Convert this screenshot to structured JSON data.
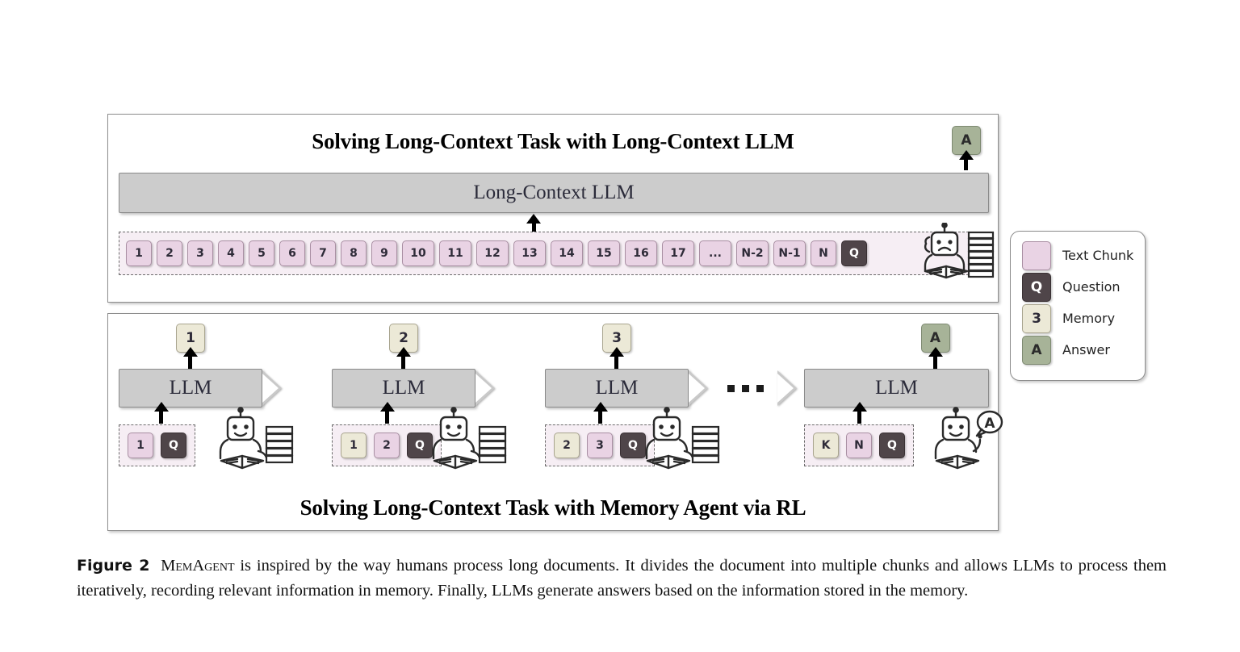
{
  "figure": {
    "label": "Figure 2",
    "system_name": "MemAgent",
    "caption_rest": " is inspired by the way humans process long documents. It divides the document into multiple chunks and allows LLMs to process them iteratively, recording relevant information in memory. Finally, LLMs generate answers based on the information stored in the memory."
  },
  "colors": {
    "chunk": "#e9d3e4",
    "memory": "#ece9d7",
    "question": "#4f4549",
    "answer": "#a7b398",
    "llm_box": "#cccccc",
    "panel_border": "#8d8d8d",
    "strip_background": "#f6eef4"
  },
  "top_panel": {
    "title": "Solving Long-Context Task with Long-Context LLM",
    "llm_label": "Long-Context LLM",
    "answer_token": "A",
    "chunks": [
      "1",
      "2",
      "3",
      "4",
      "5",
      "6",
      "7",
      "8",
      "9",
      "10",
      "11",
      "12",
      "13",
      "14",
      "15",
      "16",
      "17",
      "...",
      "N-2",
      "N-1",
      "N"
    ],
    "question_token": "Q",
    "robot_icon": "sad-robot-reading-with-book-stack"
  },
  "bottom_panel": {
    "title": "Solving Long-Context Task with Memory Agent via RL",
    "ellipsis": "...",
    "steps": [
      {
        "llm_label": "LLM",
        "output_token": "1",
        "output_kind": "memory",
        "inputs": [
          {
            "text": "1",
            "kind": "chunk"
          },
          {
            "text": "Q",
            "kind": "question"
          }
        ],
        "robot_icon": "robot-writing-with-book-stack"
      },
      {
        "llm_label": "LLM",
        "output_token": "2",
        "output_kind": "memory",
        "inputs": [
          {
            "text": "1",
            "kind": "memory"
          },
          {
            "text": "2",
            "kind": "chunk"
          },
          {
            "text": "Q",
            "kind": "question"
          }
        ],
        "robot_icon": "robot-writing-with-book-stack"
      },
      {
        "llm_label": "LLM",
        "output_token": "3",
        "output_kind": "memory",
        "inputs": [
          {
            "text": "2",
            "kind": "memory"
          },
          {
            "text": "3",
            "kind": "chunk"
          },
          {
            "text": "Q",
            "kind": "question"
          }
        ],
        "robot_icon": "robot-writing-with-book-stack"
      },
      {
        "llm_label": "LLM",
        "output_token": "A",
        "output_kind": "answer",
        "inputs": [
          {
            "text": "K",
            "kind": "memory"
          },
          {
            "text": "N",
            "kind": "chunk"
          },
          {
            "text": "Q",
            "kind": "question"
          }
        ],
        "robot_icon": "robot-answering-with-speech-bubble",
        "speech_bubble": "A"
      }
    ]
  },
  "legend": {
    "items": [
      {
        "token": "",
        "kind": "chunk",
        "label": "Text Chunk"
      },
      {
        "token": "Q",
        "kind": "question",
        "label": "Question"
      },
      {
        "token": "3",
        "kind": "memory",
        "label": "Memory"
      },
      {
        "token": "A",
        "kind": "answer",
        "label": "Answer"
      }
    ]
  }
}
